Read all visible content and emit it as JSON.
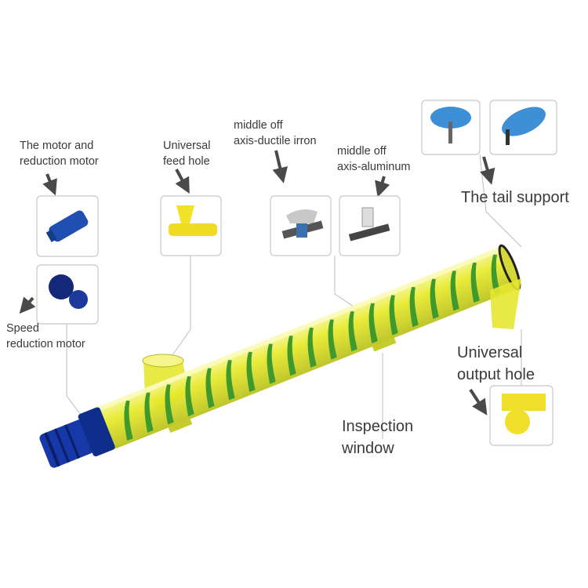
{
  "labels": {
    "motor": [
      "The motor and",
      "reduction motor"
    ],
    "speed_motor": [
      "Speed",
      "reduction motor"
    ],
    "feed_hole": [
      "Universal",
      "feed hole"
    ],
    "ductile": [
      "middle off",
      "axis-ductile irron"
    ],
    "aluminum": [
      "middle off",
      "axis-aluminum"
    ],
    "tail_support": "The tail support",
    "output_hole": [
      "Universal",
      "output hole"
    ],
    "inspection": [
      "Inspection",
      "window"
    ]
  },
  "colors": {
    "tube": "#e8ea2a",
    "screw": "#3f9a2e",
    "motor": "#1638a8",
    "text": "#3a3a3a",
    "arrow": "#4a4a4a"
  }
}
